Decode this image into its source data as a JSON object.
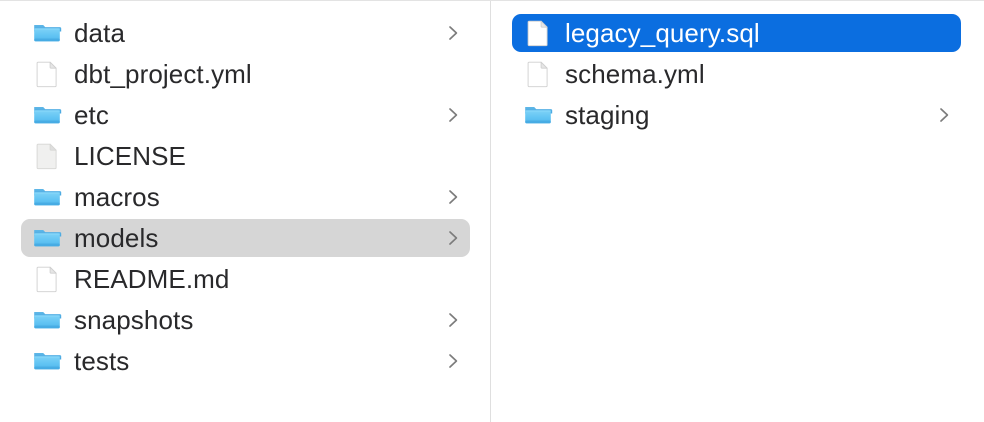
{
  "window": {
    "view": "column-view",
    "background_color": "#ffffff",
    "divider_color": "#dfdfdf",
    "selection_active_color": "#0b6ee0",
    "selection_inactive_color": "#d6d6d6",
    "text_color": "#29292b",
    "selected_text_color": "#ffffff",
    "folder_icon_color": "#5ec1f2",
    "file_icon_color": "#ffffff"
  },
  "columns": [
    {
      "name": "parent-column",
      "items": [
        {
          "label": "data",
          "kind": "folder",
          "icon": "folder-icon",
          "has_chevron": true,
          "state": "normal"
        },
        {
          "label": "dbt_project.yml",
          "kind": "file",
          "icon": "document-icon",
          "has_chevron": false,
          "state": "normal"
        },
        {
          "label": "etc",
          "kind": "folder",
          "icon": "folder-icon",
          "has_chevron": true,
          "state": "normal"
        },
        {
          "label": "LICENSE",
          "kind": "file",
          "icon": "document-plain-icon",
          "has_chevron": false,
          "state": "normal"
        },
        {
          "label": "macros",
          "kind": "folder",
          "icon": "folder-icon",
          "has_chevron": true,
          "state": "normal"
        },
        {
          "label": "models",
          "kind": "folder",
          "icon": "folder-icon",
          "has_chevron": true,
          "state": "selected-inactive"
        },
        {
          "label": "README.md",
          "kind": "file",
          "icon": "document-icon",
          "has_chevron": false,
          "state": "normal"
        },
        {
          "label": "snapshots",
          "kind": "folder",
          "icon": "folder-icon",
          "has_chevron": true,
          "state": "normal"
        },
        {
          "label": "tests",
          "kind": "folder",
          "icon": "folder-icon",
          "has_chevron": true,
          "state": "normal"
        }
      ]
    },
    {
      "name": "child-column",
      "items": [
        {
          "label": "legacy_query.sql",
          "kind": "file",
          "icon": "document-icon",
          "has_chevron": false,
          "state": "selected-active"
        },
        {
          "label": "schema.yml",
          "kind": "file",
          "icon": "document-icon",
          "has_chevron": false,
          "state": "normal"
        },
        {
          "label": "staging",
          "kind": "folder",
          "icon": "folder-icon",
          "has_chevron": true,
          "state": "normal"
        }
      ]
    }
  ]
}
